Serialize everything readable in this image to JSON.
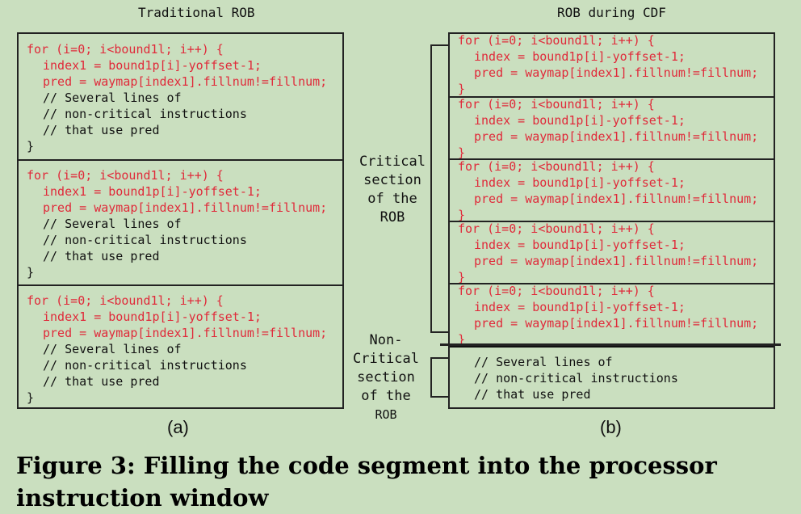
{
  "titles": {
    "left": "Traditional ROB",
    "right": "ROB during CDF"
  },
  "code": {
    "for_line": "for (i=0; i<bound1l; i++) {",
    "index1_line": "index1 = bound1p[i]-yoffset-1;",
    "index_line": "index = bound1p[i]-yoffset-1;",
    "pred_line": "pred = waymap[index1].fillnum!=fillnum;",
    "c1": "// Several lines of",
    "c2": "// non-critical instructions",
    "c3": "// that use pred",
    "close": "}"
  },
  "labels": {
    "critical": [
      "Critical",
      "section",
      "of the",
      "ROB"
    ],
    "noncritical": [
      "Non-",
      "Critical",
      "section",
      "of the",
      "ROB"
    ]
  },
  "subfig": {
    "a": "(a)",
    "b": "(b)"
  },
  "caption": "Figure 3: Filling the code segment into the processor instruction window",
  "colors": {
    "background": "#cadfbf",
    "critical_code": "#e02a3a",
    "text": "#111111"
  }
}
